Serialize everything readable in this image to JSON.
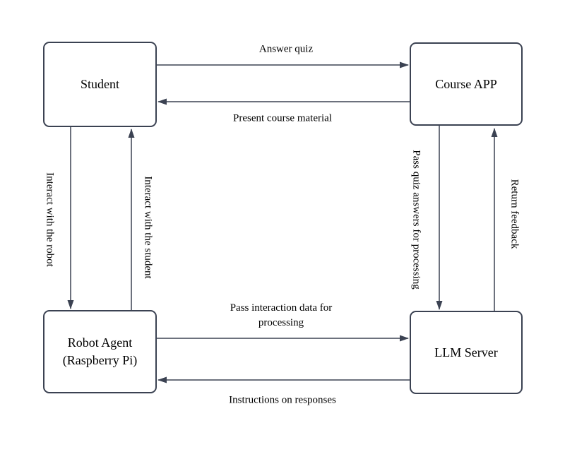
{
  "colors": {
    "stroke": "#3b4252",
    "text": "#000000",
    "background": "#ffffff"
  },
  "nodes": {
    "student": {
      "label": "Student"
    },
    "course_app": {
      "label": "Course APP"
    },
    "robot": {
      "line1": "Robot Agent",
      "line2": "(Raspberry Pi)"
    },
    "llm": {
      "label": "LLM Server"
    }
  },
  "edges": {
    "answer_quiz": {
      "label": "Answer quiz",
      "from": "student",
      "to": "course_app"
    },
    "present_course": {
      "label": "Present course material",
      "from": "course_app",
      "to": "student"
    },
    "interact_robot": {
      "label": "Interact with the robot",
      "from": "student",
      "to": "robot"
    },
    "interact_student": {
      "label": "Interact with the student",
      "from": "robot",
      "to": "student"
    },
    "pass_quiz": {
      "label": "Pass quiz answers for processing",
      "from": "course_app",
      "to": "llm"
    },
    "return_feedback": {
      "label": "Return feedback",
      "from": "llm",
      "to": "course_app"
    },
    "pass_interaction": {
      "line1": "Pass interaction data for",
      "line2": "processing",
      "from": "robot",
      "to": "llm"
    },
    "instructions": {
      "label": "Instructions on responses",
      "from": "llm",
      "to": "robot"
    }
  }
}
